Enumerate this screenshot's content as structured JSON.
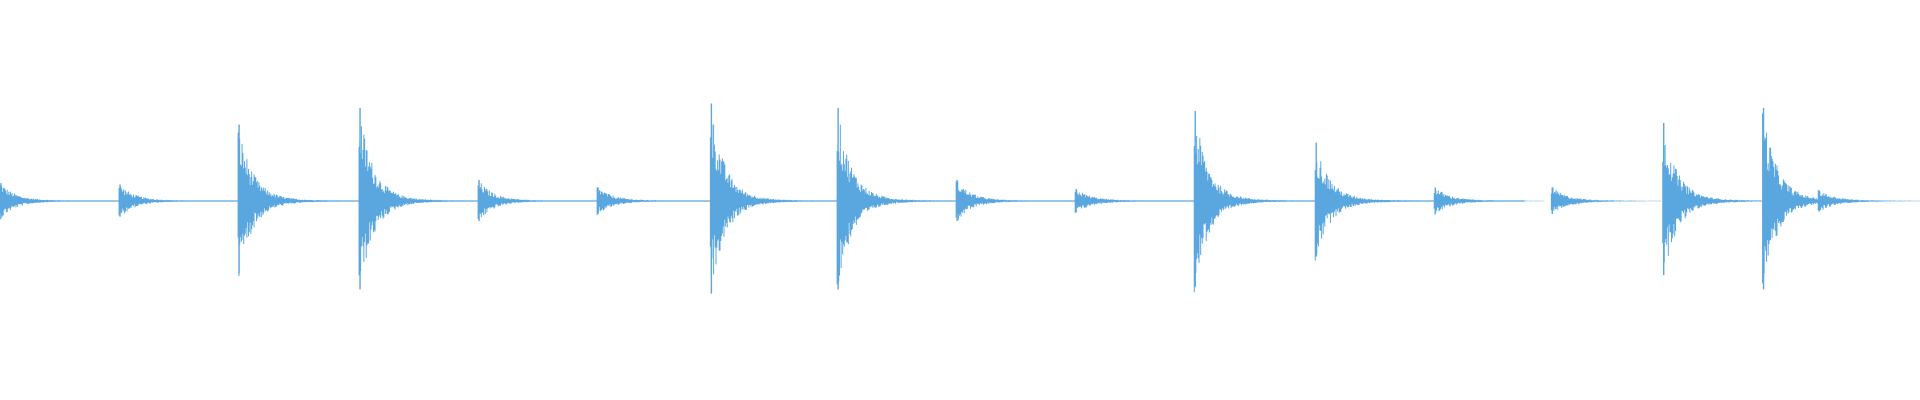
{
  "waveform": {
    "color": "#5aa7e0",
    "background": "#ffffff",
    "duration_fraction_drawn": 0.794,
    "hits": [
      {
        "t": 0.0,
        "amp": 0.12
      },
      {
        "t": 0.062,
        "amp": 0.11
      },
      {
        "t": 0.124,
        "amp": 0.51
      },
      {
        "t": 0.187,
        "amp": 0.62
      },
      {
        "t": 0.249,
        "amp": 0.14
      },
      {
        "t": 0.311,
        "amp": 0.09
      },
      {
        "t": 0.37,
        "amp": 0.65
      },
      {
        "t": 0.436,
        "amp": 0.62
      },
      {
        "t": 0.498,
        "amp": 0.14
      },
      {
        "t": 0.56,
        "amp": 0.08
      },
      {
        "t": 0.622,
        "amp": 0.6
      },
      {
        "t": 0.685,
        "amp": 0.39
      },
      {
        "t": 0.747,
        "amp": 0.09
      },
      {
        "t": 0.808,
        "amp": 0.09
      },
      {
        "t": 0.866,
        "amp": 0.52
      },
      {
        "t": 0.918,
        "amp": 0.62
      },
      {
        "t": 0.947,
        "amp": 0.07
      }
    ]
  }
}
